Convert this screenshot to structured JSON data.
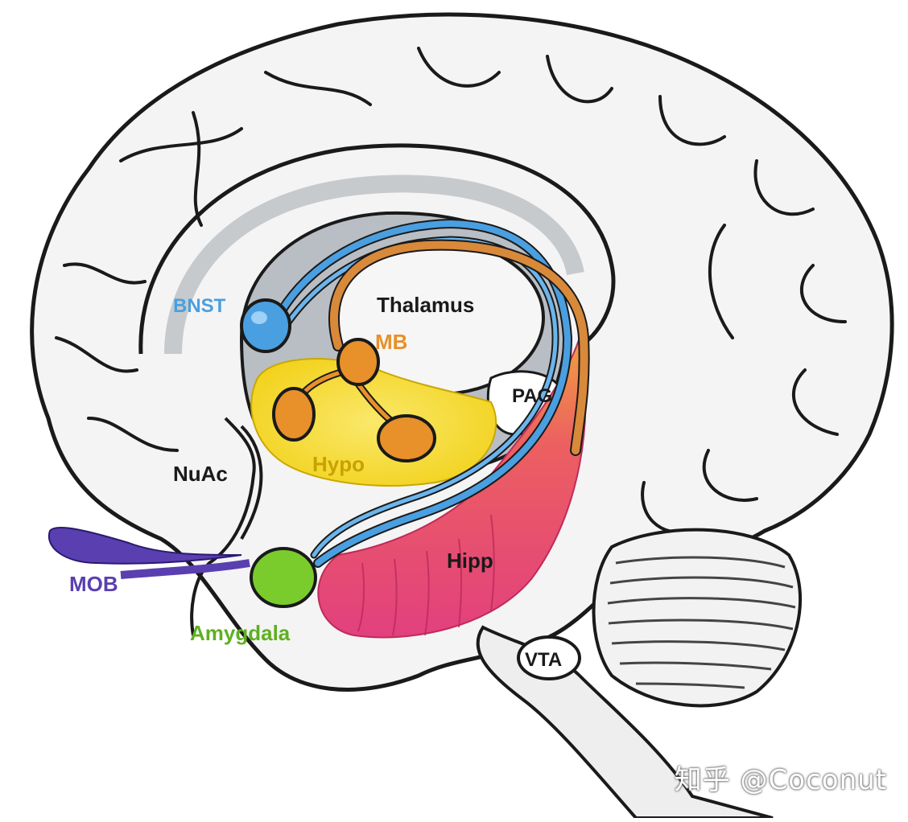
{
  "labels": {
    "bnst": "BNST",
    "thalamus": "Thalamus",
    "mb": "MB",
    "pag": "PAG",
    "hypo": "Hypo",
    "nuac": "NuAc",
    "mob": "MOB",
    "hipp": "Hipp",
    "amygdala": "Amygdala",
    "vta": "VTA"
  },
  "watermark": "知乎 @Coconut",
  "colors": {
    "bnst": "#4a9fe0",
    "mb": "#e8902a",
    "hypo": "#f5dc2a",
    "hipp": "#e8457a",
    "amygdala": "#7acc2c",
    "mob": "#5a3fb0",
    "outline": "#1a1a1a"
  }
}
